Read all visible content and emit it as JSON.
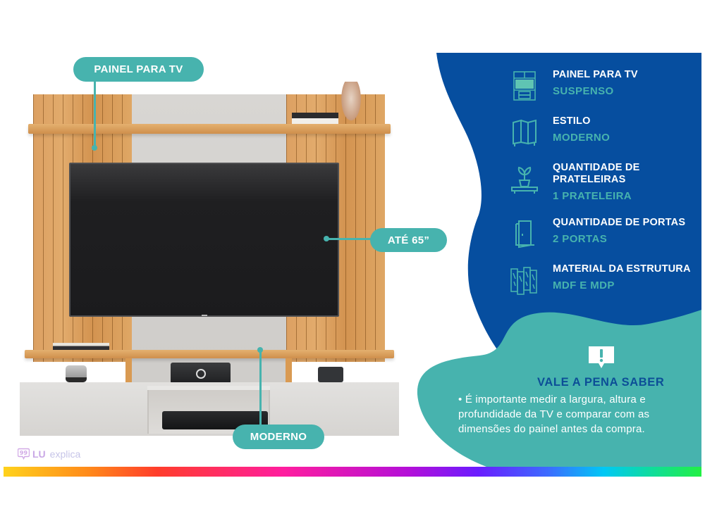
{
  "callouts": {
    "panel": "PAINEL PARA TV",
    "size": "ATÉ 65”",
    "style": "MODERNO"
  },
  "specs": [
    {
      "icon": "tv-panel-icon",
      "label": "PAINEL PARA TV",
      "value": "SUSPENSO"
    },
    {
      "icon": "folding-screen-icon",
      "label": "ESTILO",
      "value": "MODERNO"
    },
    {
      "icon": "shelf-plant-icon",
      "label": "QUANTIDADE DE PRATELEIRAS",
      "value": "1 PRATELEIRA"
    },
    {
      "icon": "door-icon",
      "label": "QUANTIDADE DE PORTAS",
      "value": "2 PORTAS"
    },
    {
      "icon": "wood-boards-icon",
      "label": "MATERIAL DA ESTRUTURA",
      "value": "MDF E MDP"
    }
  ],
  "info": {
    "icon": "alert-speech-icon",
    "title": "VALE A PENA SABER",
    "body": "• É importante medir a largura, altura e profundidade da TV e comparar com as dimensões do painel antes da compra."
  },
  "brand": {
    "lu": "LU",
    "explica": "explica"
  },
  "colors": {
    "blue": "#064e9f",
    "teal": "#47b3ae",
    "title_blue": "#0c4e97"
  }
}
